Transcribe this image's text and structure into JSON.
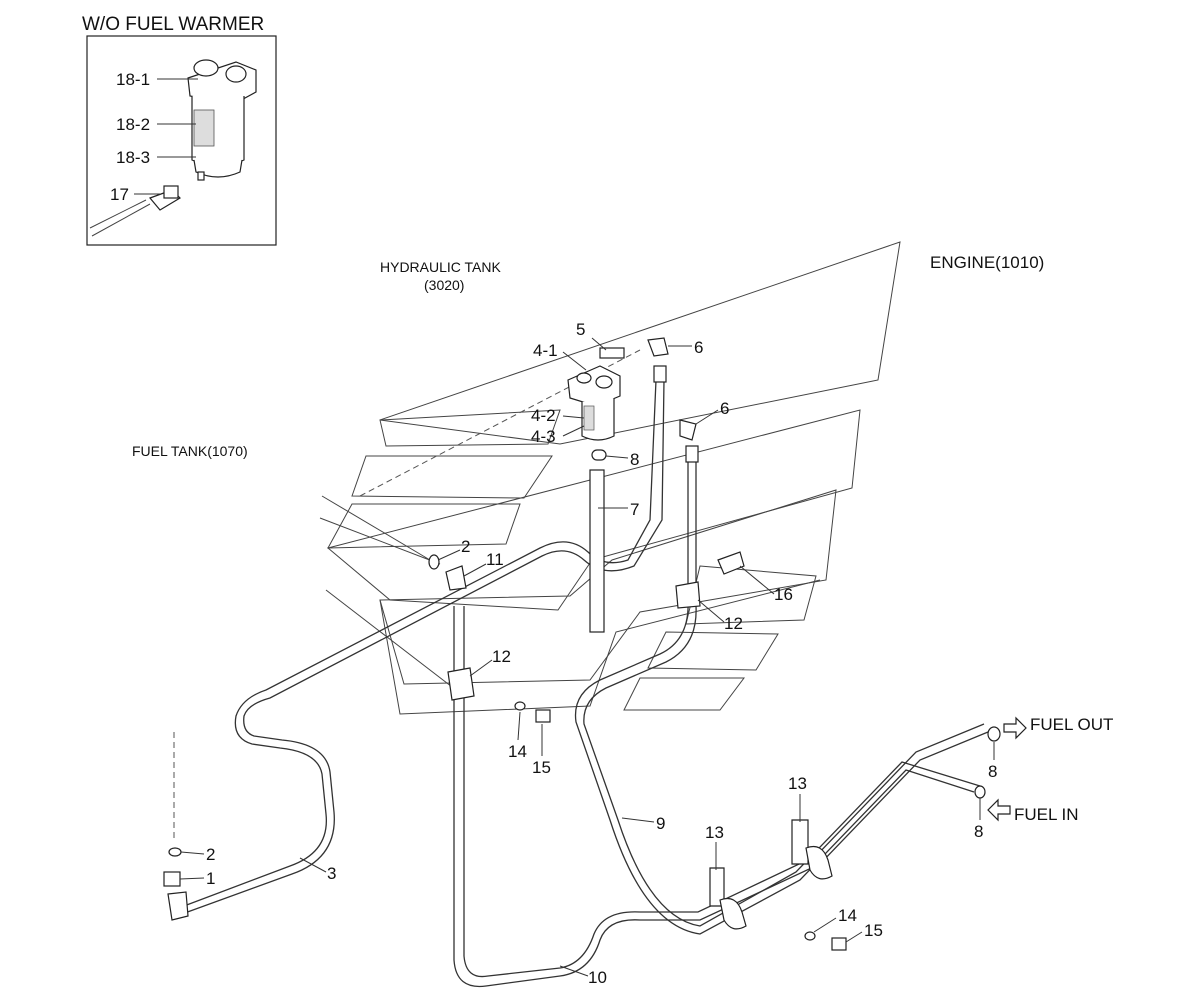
{
  "inset": {
    "title": "W/O FUEL WARMER",
    "labels": [
      "18-1",
      "18-2",
      "18-3",
      "17"
    ]
  },
  "refs": {
    "hydraulic_tank": "HYDRAULIC TANK",
    "hydraulic_tank_code": "(3020)",
    "engine": "ENGINE(1010)",
    "fuel_tank": "FUEL TANK(1070)"
  },
  "flow": {
    "fuel_out": "FUEL OUT",
    "fuel_in": "FUEL IN"
  },
  "callouts": {
    "c5": "5",
    "c4_1": "4-1",
    "c6a": "6",
    "c6b": "6",
    "c4_2": "4-2",
    "c4_3": "4-3",
    "c8a": "8",
    "c7": "7",
    "c2a": "2",
    "c11": "11",
    "c16": "16",
    "c12a": "12",
    "c12b": "12",
    "c14a": "14",
    "c15a": "15",
    "c9": "9",
    "c13a": "13",
    "c13b": "13",
    "c8b": "8",
    "c8c": "8",
    "c14b": "14",
    "c15b": "15",
    "c2b": "2",
    "c1": "1",
    "c3": "3",
    "c10": "10"
  }
}
